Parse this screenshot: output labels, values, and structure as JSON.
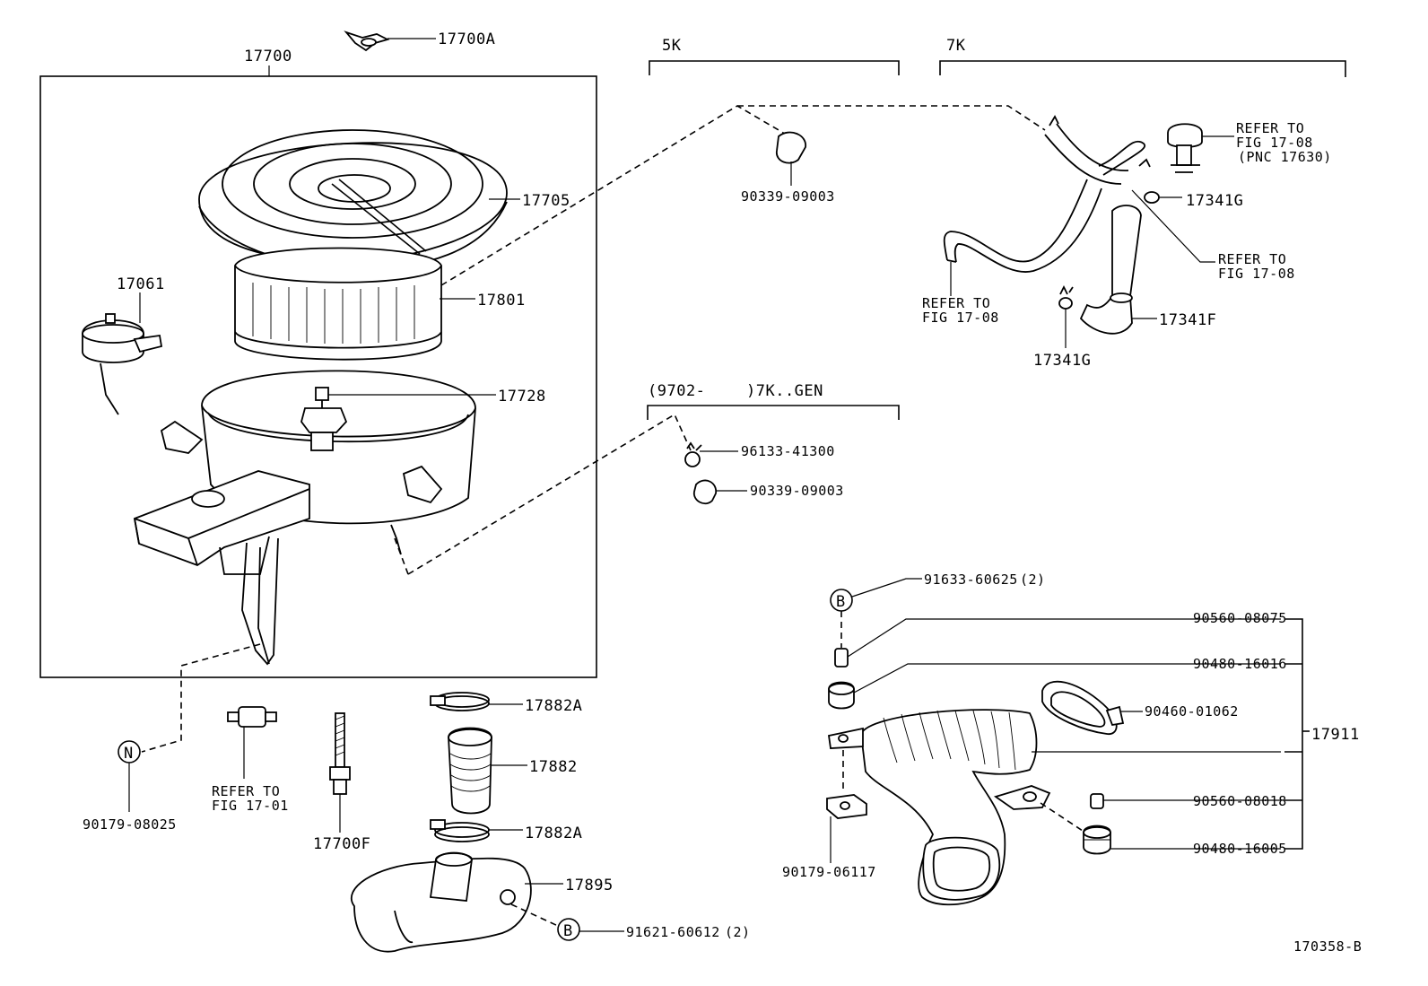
{
  "labels": {
    "p17700": "17700",
    "p17700A": "17700A",
    "p17705": "17705",
    "p17801": "17801",
    "p17061": "17061",
    "p17728": "17728",
    "g5K": "5K",
    "g7K": "7K",
    "p90339_09003_top": "90339-09003",
    "refer_pnc_1": "REFER TO",
    "refer_pnc_2": "FIG 17-08",
    "refer_pnc_3": "(PNC 17630)",
    "p17341G_top": "17341G",
    "refer_mid_1": "REFER TO",
    "refer_mid_2": "FIG 17-08",
    "refer_left_1": "REFER TO",
    "refer_left_2": "FIG 17-08",
    "p17341F": "17341F",
    "p17341G_bot": "17341G",
    "g9702_1": "(9702-",
    "g9702_2": ")7K..GEN",
    "p96133_41300": "96133-41300",
    "p90339_09003_mid": "90339-09003",
    "p91633_60625": "91633-60625",
    "p91633_qty": "(2)",
    "p90560_08075": "90560-08075",
    "p90480_16016": "90480-16016",
    "p90460_01062": "90460-01062",
    "p17911": "17911",
    "p90560_08018": "90560-08018",
    "p90480_16005": "90480-16005",
    "p90179_06117": "90179-06117",
    "circleB": "B",
    "circleN": "N",
    "p90179_08025": "90179-08025",
    "refer_0101_1": "REFER TO",
    "refer_0101_2": "FIG 17-01",
    "p17700F": "17700F",
    "p17882A_top": "17882A",
    "p17882": "17882",
    "p17882A_bot": "17882A",
    "p17895": "17895",
    "p91621_60612": "91621-60612",
    "p91621_qty": "(2)",
    "fig_number": "170358-B"
  }
}
